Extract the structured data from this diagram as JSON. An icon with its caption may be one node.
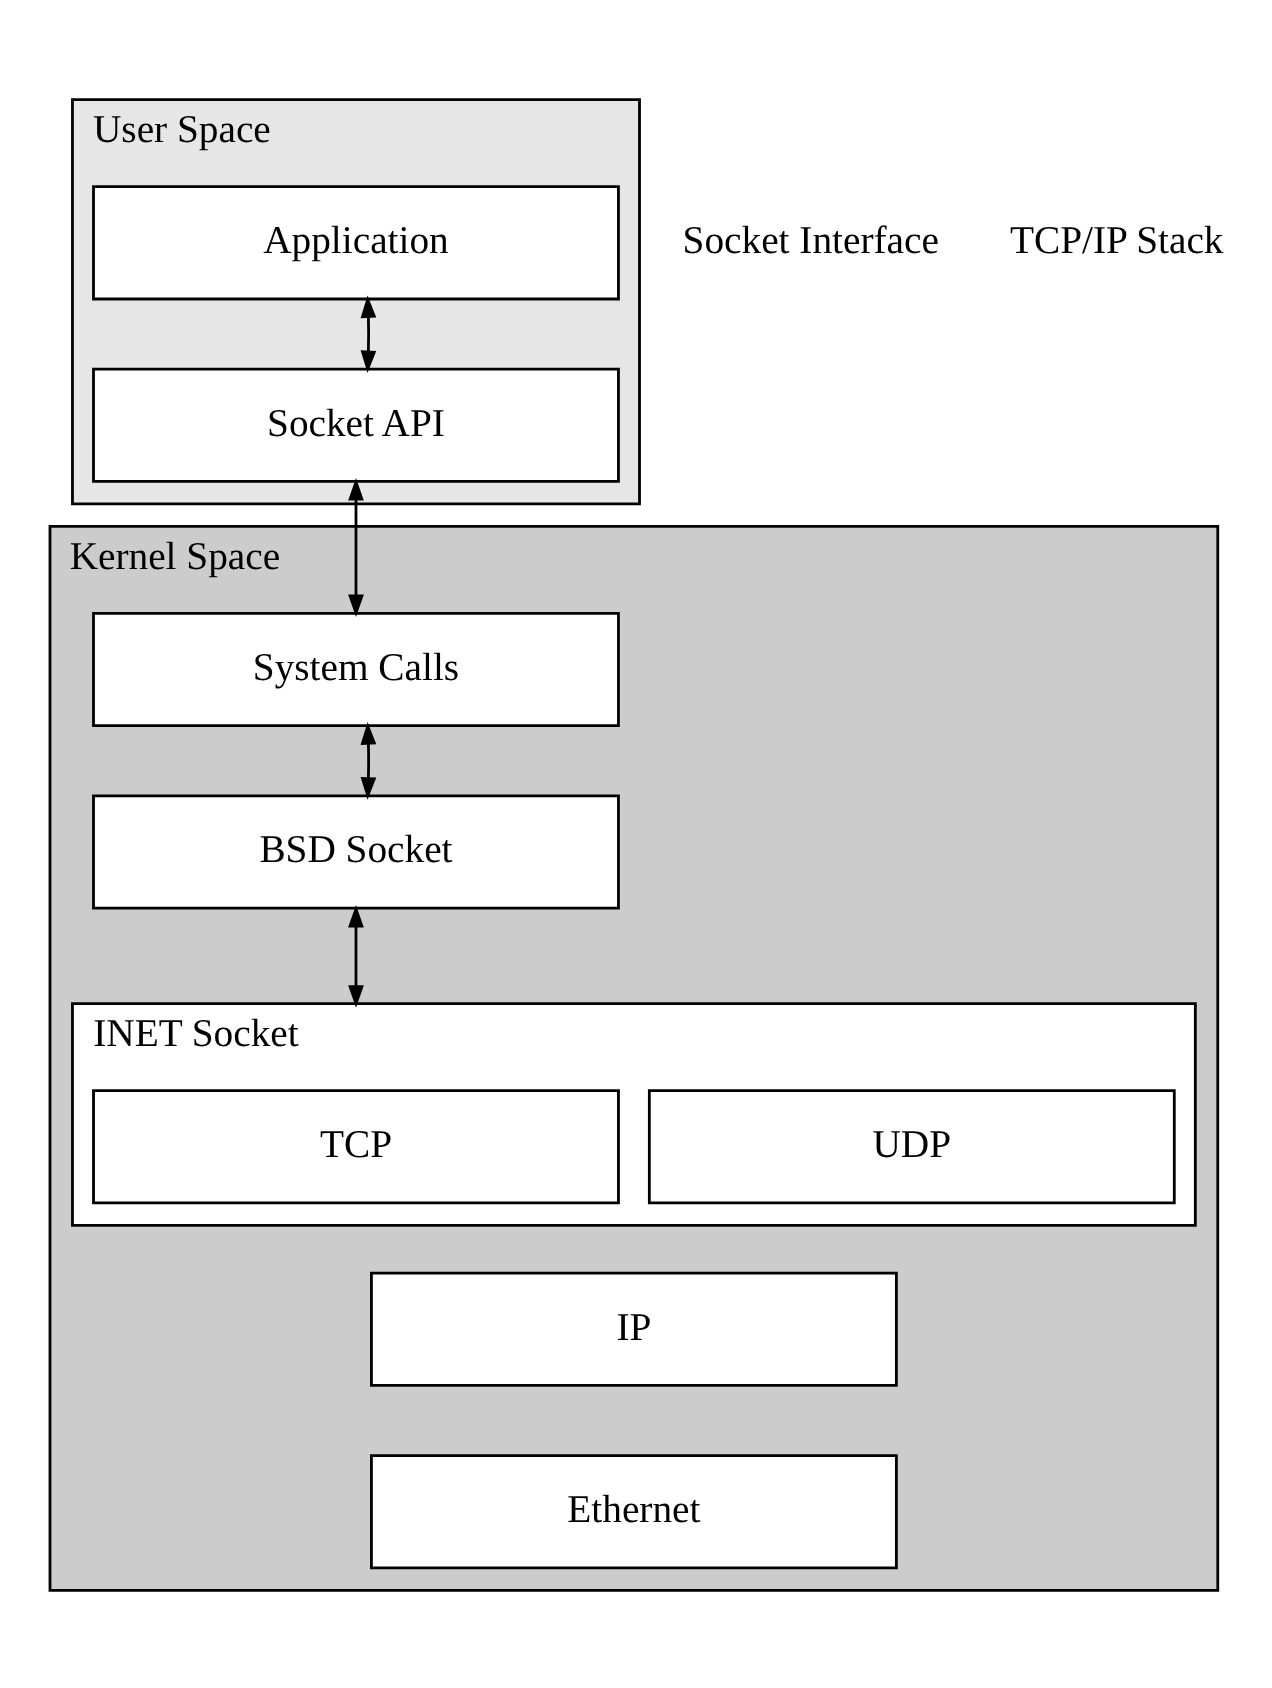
{
  "diagram": {
    "nodes": [
      {
        "text": [
          "User Space"
        ]
      },
      {
        "text": [
          "Application"
        ],
        "in": 0
      },
      {
        "text": [
          "Socket API"
        ],
        "in": 0
      },
      {
        "text": [
          "Kernel Space"
        ]
      },
      {
        "text": [
          "System Calls"
        ],
        "in": 3
      },
      {
        "text": [
          "BSD Socket"
        ],
        "in": 3
      },
      {
        "text": [
          "INET Socket"
        ],
        "in": 3
      },
      {
        "text": [
          "TCP"
        ],
        "in": 6
      },
      {
        "text": [
          "UDP"
        ],
        "in": 6
      },
      {
        "text": [
          "IP"
        ],
        "in": 3
      },
      {
        "text": [
          "Ethernet"
        ],
        "in": 3
      }
    ],
    "edges": [
      {
        "from": 1,
        "to": 2,
        "arrow": "both"
      },
      {
        "from": 2,
        "to": 4,
        "arrow": "both"
      },
      {
        "from": 4,
        "to": 5,
        "arrow": "both"
      },
      {
        "from": 5,
        "to": 6,
        "arrow": "both"
      }
    ],
    "labels": [
      "Socket Interface",
      "TCP/IP Stack"
    ]
  }
}
